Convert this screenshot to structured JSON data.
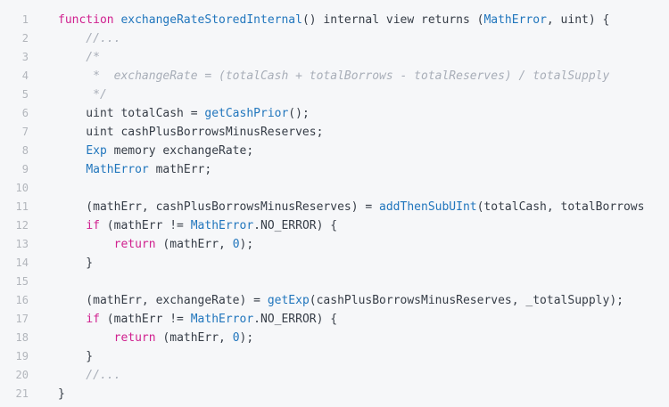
{
  "colors": {
    "background": "#f6f7f9",
    "text": "#363d47",
    "keyword": "#d0218f",
    "entity": "#2176bd",
    "comment": "#a8aeb8",
    "line_number": "#b2b6bc"
  },
  "code": {
    "language": "solidity",
    "lines": [
      {
        "n": "1",
        "tokens": [
          {
            "t": "function",
            "c": "k"
          },
          {
            "t": " ",
            "c": "p"
          },
          {
            "t": "exchangeRateStoredInternal",
            "c": "e"
          },
          {
            "t": "() internal view returns (",
            "c": "p"
          },
          {
            "t": "MathError",
            "c": "e"
          },
          {
            "t": ", uint) {",
            "c": "p"
          }
        ]
      },
      {
        "n": "2",
        "tokens": [
          {
            "t": "    //...",
            "c": "c"
          }
        ]
      },
      {
        "n": "3",
        "tokens": [
          {
            "t": "    /*",
            "c": "c"
          }
        ]
      },
      {
        "n": "4",
        "tokens": [
          {
            "t": "     *  exchangeRate = (totalCash + totalBorrows - totalReserves) / totalSupply",
            "c": "c"
          }
        ]
      },
      {
        "n": "5",
        "tokens": [
          {
            "t": "     */",
            "c": "c"
          }
        ]
      },
      {
        "n": "6",
        "tokens": [
          {
            "t": "    uint totalCash = ",
            "c": "p"
          },
          {
            "t": "getCashPrior",
            "c": "e"
          },
          {
            "t": "();",
            "c": "p"
          }
        ]
      },
      {
        "n": "7",
        "tokens": [
          {
            "t": "    uint cashPlusBorrowsMinusReserves;",
            "c": "p"
          }
        ]
      },
      {
        "n": "8",
        "tokens": [
          {
            "t": "    ",
            "c": "p"
          },
          {
            "t": "Exp",
            "c": "e"
          },
          {
            "t": " memory exchangeRate;",
            "c": "p"
          }
        ]
      },
      {
        "n": "9",
        "tokens": [
          {
            "t": "    ",
            "c": "p"
          },
          {
            "t": "MathError",
            "c": "e"
          },
          {
            "t": " mathErr;",
            "c": "p"
          }
        ]
      },
      {
        "n": "10",
        "tokens": []
      },
      {
        "n": "11",
        "tokens": [
          {
            "t": "    (mathErr, cashPlusBorrowsMinusReserves) = ",
            "c": "p"
          },
          {
            "t": "addThenSubUInt",
            "c": "e"
          },
          {
            "t": "(totalCash, totalBorrows",
            "c": "p"
          }
        ]
      },
      {
        "n": "12",
        "tokens": [
          {
            "t": "    ",
            "c": "p"
          },
          {
            "t": "if",
            "c": "k"
          },
          {
            "t": " (mathErr != ",
            "c": "p"
          },
          {
            "t": "MathError",
            "c": "e"
          },
          {
            "t": ".NO_ERROR) {",
            "c": "p"
          }
        ]
      },
      {
        "n": "13",
        "tokens": [
          {
            "t": "        ",
            "c": "p"
          },
          {
            "t": "return",
            "c": "k"
          },
          {
            "t": " (mathErr, ",
            "c": "p"
          },
          {
            "t": "0",
            "c": "e"
          },
          {
            "t": ");",
            "c": "p"
          }
        ]
      },
      {
        "n": "14",
        "tokens": [
          {
            "t": "    }",
            "c": "p"
          }
        ]
      },
      {
        "n": "15",
        "tokens": []
      },
      {
        "n": "16",
        "tokens": [
          {
            "t": "    (mathErr, exchangeRate) = ",
            "c": "p"
          },
          {
            "t": "getExp",
            "c": "e"
          },
          {
            "t": "(cashPlusBorrowsMinusReserves, _totalSupply);",
            "c": "p"
          }
        ]
      },
      {
        "n": "17",
        "tokens": [
          {
            "t": "    ",
            "c": "p"
          },
          {
            "t": "if",
            "c": "k"
          },
          {
            "t": " (mathErr != ",
            "c": "p"
          },
          {
            "t": "MathError",
            "c": "e"
          },
          {
            "t": ".NO_ERROR) {",
            "c": "p"
          }
        ]
      },
      {
        "n": "18",
        "tokens": [
          {
            "t": "        ",
            "c": "p"
          },
          {
            "t": "return",
            "c": "k"
          },
          {
            "t": " (mathErr, ",
            "c": "p"
          },
          {
            "t": "0",
            "c": "e"
          },
          {
            "t": ");",
            "c": "p"
          }
        ]
      },
      {
        "n": "19",
        "tokens": [
          {
            "t": "    }",
            "c": "p"
          }
        ]
      },
      {
        "n": "20",
        "tokens": [
          {
            "t": "    //...",
            "c": "c"
          }
        ]
      },
      {
        "n": "21",
        "tokens": [
          {
            "t": "}",
            "c": "p"
          }
        ]
      }
    ]
  }
}
